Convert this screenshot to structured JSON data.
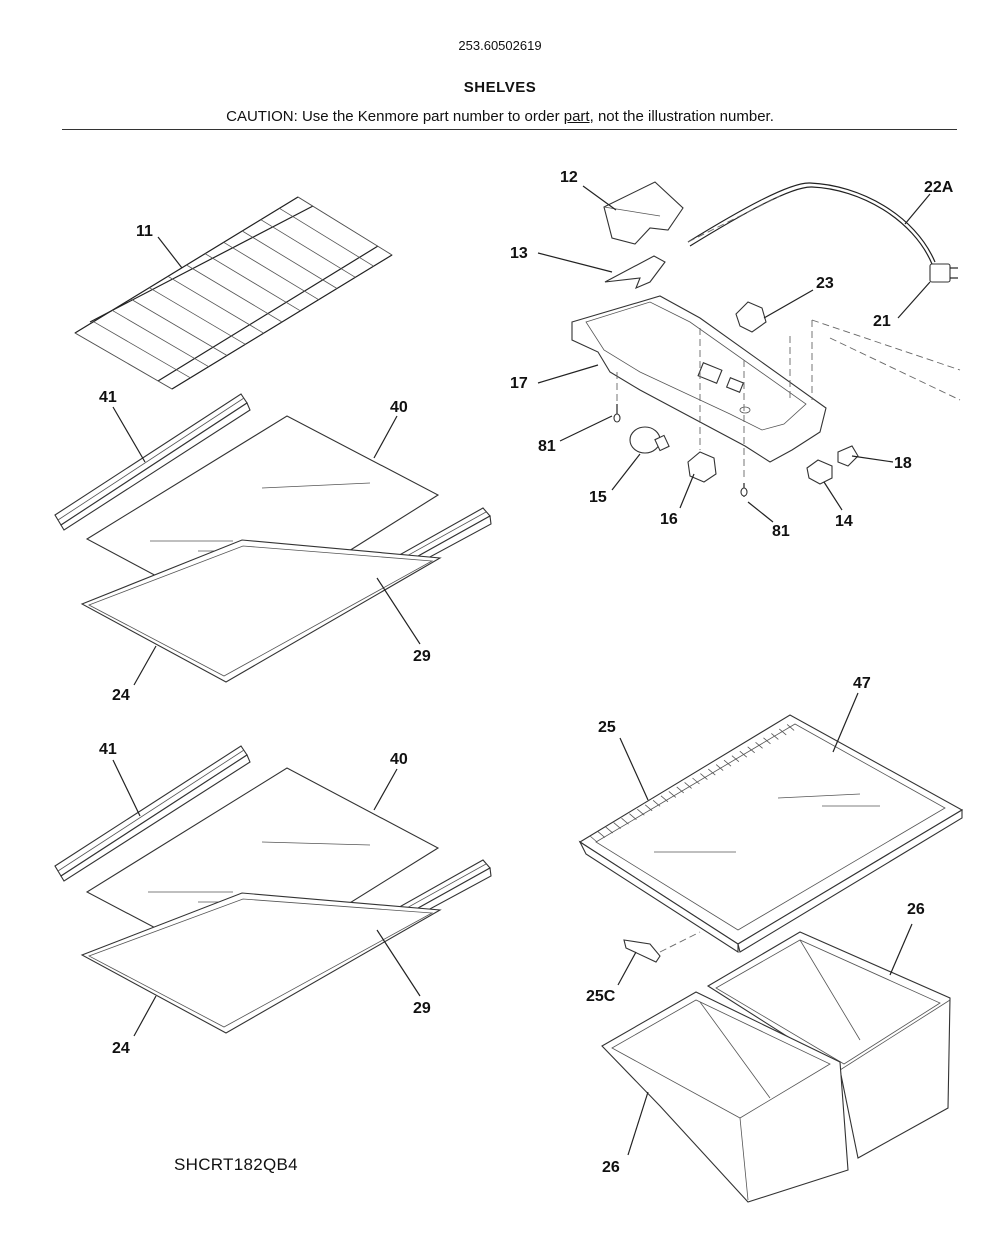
{
  "header": {
    "model_number": "253.60502619",
    "title": "SHELVES",
    "caution_prefix": "CAUTION: Use the Kenmore part number to order ",
    "caution_link": "part",
    "caution_suffix": ", not the illustration number."
  },
  "footer": {
    "model_code": "SHCRT182QB4"
  },
  "callouts": {
    "c11": "11",
    "c41a": "41",
    "c40a": "40",
    "c29a": "29",
    "c24a": "24",
    "c41b": "41",
    "c40b": "40",
    "c29b": "29",
    "c24b": "24",
    "c12": "12",
    "c13": "13",
    "c17": "17",
    "c81a": "81",
    "c15": "15",
    "c16": "16",
    "c81b": "81",
    "c14": "14",
    "c18": "18",
    "c23": "23",
    "c21": "21",
    "c22a": "22A",
    "c25": "25",
    "c47": "47",
    "c26a": "26",
    "c25c": "25C",
    "c26b": "26"
  }
}
